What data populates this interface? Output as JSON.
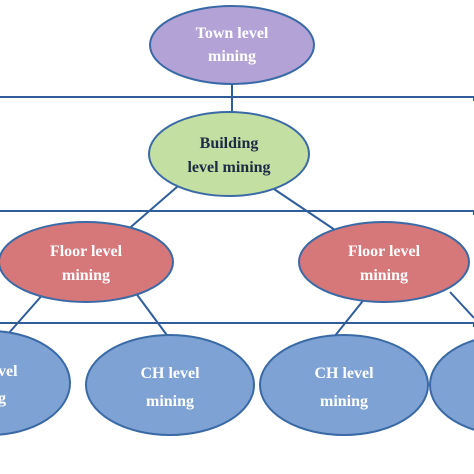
{
  "nodes": {
    "town": {
      "line1": "Town level",
      "line2": "mining",
      "color": "#b3a2d6"
    },
    "building": {
      "line1": "Building",
      "line2": "level mining",
      "color": "#c4dfa2"
    },
    "floor_left": {
      "line1": "Floor level",
      "line2": "mining",
      "color": "#d6777a"
    },
    "floor_right": {
      "line1": "Floor level",
      "line2": "mining",
      "color": "#d6777a"
    },
    "ch_far_left": {
      "line1": "vel",
      "line2": "g",
      "color": "#7fa2d4"
    },
    "ch_left": {
      "line1": "CH level",
      "line2": "mining",
      "color": "#7fa2d4"
    },
    "ch_right": {
      "line1": "CH level",
      "line2": "mining",
      "color": "#7fa2d4"
    }
  },
  "colors": {
    "line": "#2e5d9a",
    "border": "#3a6aa6"
  }
}
